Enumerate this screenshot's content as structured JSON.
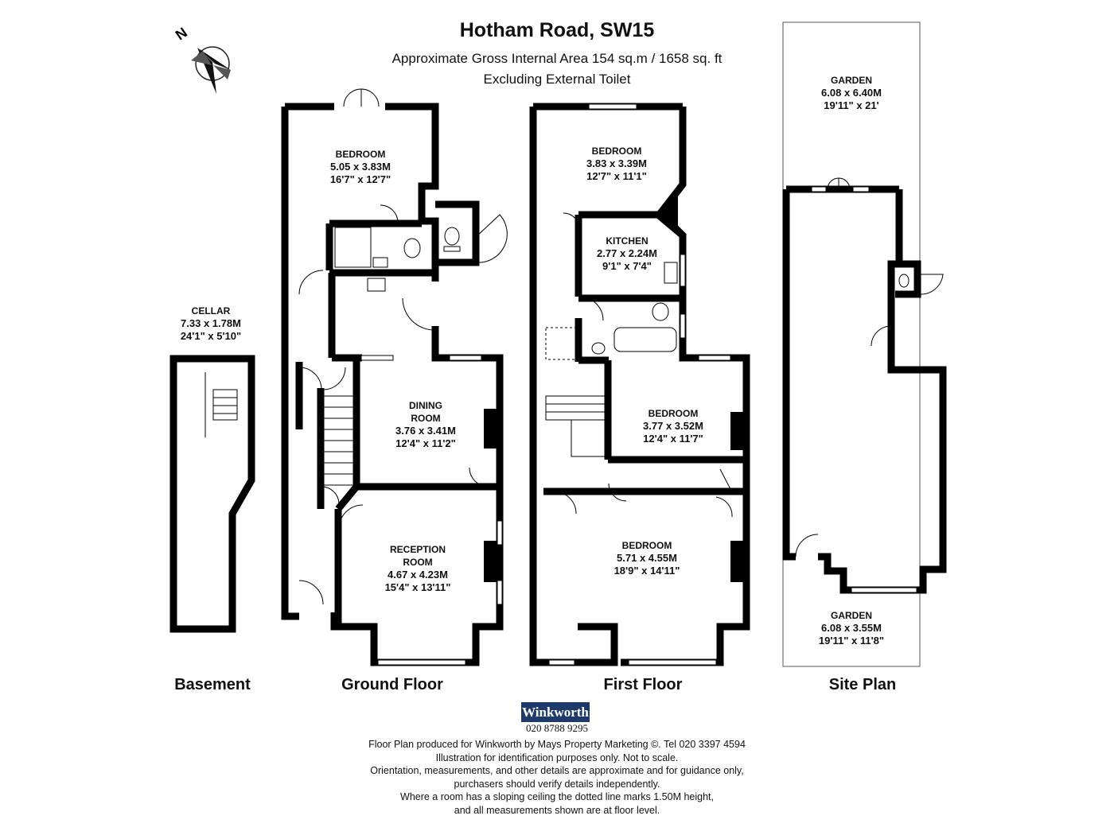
{
  "header": {
    "title": "Hotham Road, SW15",
    "area_line": "Approximate Gross Internal Area 154 sq.m  /  1658 sq. ft",
    "excluding_line": "Excluding External Toilet",
    "compass_letter": "N"
  },
  "floors": {
    "basement": "Basement",
    "ground": "Ground Floor",
    "first": "First Floor",
    "site": "Site Plan"
  },
  "rooms": {
    "cellar": {
      "name": "CELLAR",
      "metric": "7.33 x 1.78M",
      "imperial": "24'1\" x 5'10\""
    },
    "gf_bedroom": {
      "name": "BEDROOM",
      "metric": "5.05 x 3.83M",
      "imperial": "16'7\" x 12'7\""
    },
    "dining": {
      "name1": "DINING",
      "name2": "ROOM",
      "metric": "3.76 x 3.41M",
      "imperial": "12'4\" x 11'2\""
    },
    "reception": {
      "name1": "RECEPTION",
      "name2": "ROOM",
      "metric": "4.67 x 4.23M",
      "imperial": "15'4\" x 13'11\""
    },
    "ff_bedroom_top": {
      "name": "BEDROOM",
      "metric": "3.83 x 3.39M",
      "imperial": "12'7\" x 11'1\""
    },
    "kitchen": {
      "name": "KITCHEN",
      "metric": "2.77 x 2.24M",
      "imperial": "9'1\" x 7'4\""
    },
    "ff_bedroom_mid": {
      "name": "BEDROOM",
      "metric": "3.77 x 3.52M",
      "imperial": "12'4\" x 11'7\""
    },
    "ff_bedroom_front": {
      "name": "BEDROOM",
      "metric": "5.71 x 4.55M",
      "imperial": "18'9\" x 14'11\""
    },
    "garden_rear": {
      "name": "GARDEN",
      "metric": "6.08 x 6.40M",
      "imperial": "19'11\" x 21'"
    },
    "garden_front": {
      "name": "GARDEN",
      "metric": "6.08 x 3.55M",
      "imperial": "19'11\" x 11'8\""
    }
  },
  "agent": {
    "logo": "Winkworth",
    "phone": "020 8788 9295"
  },
  "footer": [
    "Floor Plan produced for Winkworth by Mays Property Marketing ©. Tel 020 3397 4594",
    "Illustration for identification purposes only. Not to scale.",
    "Orientation, measurements, and other details are approximate and for guidance only,",
    "purchasers should verify details independently.",
    "Where a room has a sloping ceiling the dotted line marks 1.50M height,",
    "and all measurements shown are at floor level."
  ]
}
